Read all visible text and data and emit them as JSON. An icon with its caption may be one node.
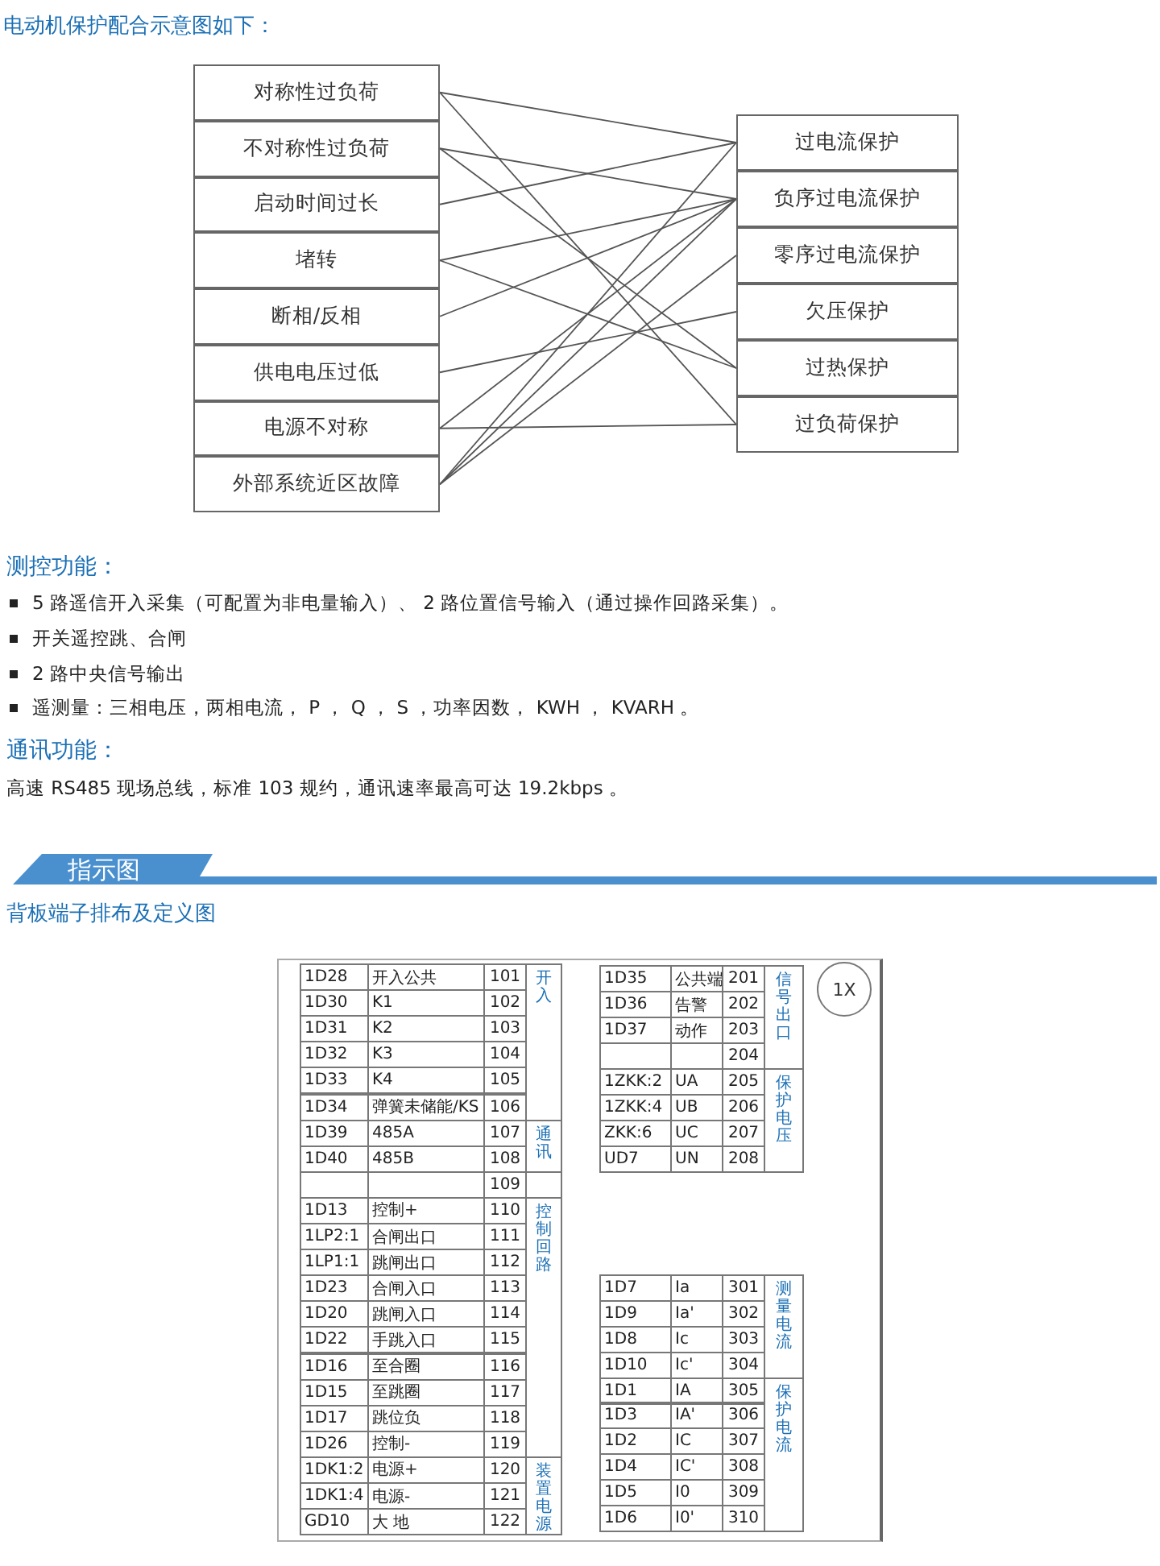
{
  "diagram": {
    "title": "电动机保护配合示意图如下：",
    "nodes": [
      {
        "text": [
          "对称性过负荷"
        ]
      },
      {
        "text": [
          "不对称性过负荷"
        ]
      },
      {
        "text": [
          "启动时间过长"
        ]
      },
      {
        "text": [
          "堵转"
        ]
      },
      {
        "text": [
          "断相/反相"
        ]
      },
      {
        "text": [
          "供电电压过低"
        ]
      },
      {
        "text": [
          "电源不对称"
        ]
      },
      {
        "text": [
          "外部系统近区故障"
        ]
      },
      {
        "text": [
          "过电流保护"
        ]
      },
      {
        "text": [
          "负序过电流保护"
        ]
      },
      {
        "text": [
          "零序过电流保护"
        ]
      },
      {
        "text": [
          "欠压保护"
        ]
      },
      {
        "text": [
          "过热保护"
        ]
      },
      {
        "text": [
          "过负荷保护"
        ]
      },
      {
        "text": [
          "1X"
        ]
      }
    ],
    "edges": [
      {
        "from": 0,
        "to": 8,
        "arrow": "none"
      },
      {
        "from": 0,
        "to": 13,
        "arrow": "none"
      },
      {
        "from": 1,
        "to": 9,
        "arrow": "none"
      },
      {
        "from": 1,
        "to": 12,
        "arrow": "none"
      },
      {
        "from": 2,
        "to": 8,
        "arrow": "none"
      },
      {
        "from": 3,
        "to": 9,
        "arrow": "none"
      },
      {
        "from": 3,
        "to": 12,
        "arrow": "none"
      },
      {
        "from": 4,
        "to": 9,
        "arrow": "none"
      },
      {
        "from": 5,
        "to": 11,
        "arrow": "none"
      },
      {
        "from": 6,
        "to": 9,
        "arrow": "none"
      },
      {
        "from": 6,
        "to": 13,
        "arrow": "none"
      },
      {
        "from": 7,
        "to": 8,
        "arrow": "none"
      },
      {
        "from": 7,
        "to": 9,
        "arrow": "none"
      },
      {
        "from": 7,
        "to": 10,
        "arrow": "none"
      }
    ],
    "labels": [
      "测控功能：",
      "5 路遥信开入采集（可配置为非电量输入）、 2 路位置信号输入（通过操作回路采集）。",
      "开关遥控跳、合闸",
      "2 路中央信号输出",
      "遥测量：三相电压，两相电流， P ， Q ， S ，功率因数， KWH ， KVARH 。",
      "通讯功能：",
      "高速 RS485 现场总线，标准 103 规约，通讯速率最高可达 19.2kbps 。",
      "指示图",
      "背板端子排布及定义图",
      "1D28",
      "开入公共",
      "101",
      "开入",
      "1D30",
      "K1",
      "102",
      "1D31",
      "K2",
      "103",
      "1D32",
      "K3",
      "104",
      "1D33",
      "K4",
      "105",
      "1D34",
      "弹簧未储能/KS",
      "106",
      "1D39",
      "485A",
      "107",
      "通讯",
      "1D40",
      "485B",
      "108",
      "109",
      "1D13",
      "控制+",
      "110",
      "控制回路",
      "1LP2:1",
      "合闸出口",
      "111",
      "1LP1:1",
      "跳闸出口",
      "112",
      "1D23",
      "合闸入口",
      "113",
      "1D20",
      "跳闸入口",
      "114",
      "1D22",
      "手跳入口",
      "115",
      "1D16",
      "至合圈",
      "116",
      "1D15",
      "至跳圈",
      "117",
      "1D17",
      "跳位负",
      "118",
      "1D26",
      "控制-",
      "119",
      "1DK1:2",
      "电源+",
      "120",
      "装置电源",
      "1DK1:4",
      "电源-",
      "121",
      "GD10",
      "大 地",
      "122",
      "1D35",
      "公共端",
      "201",
      "信号出口",
      "1D36",
      "告警",
      "202",
      "1D37",
      "动作",
      "203",
      "204",
      "1ZKK:2",
      "UA",
      "205",
      "保护电压",
      "1ZKK:4",
      "UB",
      "206",
      "ZKK:6",
      "UC",
      "207",
      "UD7",
      "UN",
      "208",
      "1D7",
      "Ia",
      "301",
      "测量电流",
      "1D9",
      "Ia'",
      "302",
      "1D8",
      "Ic",
      "303",
      "1D10",
      "Ic'",
      "304",
      "1D1",
      "IA",
      "305",
      "保护电流",
      "1D3",
      "IA'",
      "306",
      "1D2",
      "IC",
      "307",
      "1D4",
      "IC'",
      "308",
      "1D5",
      "I0",
      "309",
      "1D6",
      "I0'",
      "310"
    ]
  }
}
